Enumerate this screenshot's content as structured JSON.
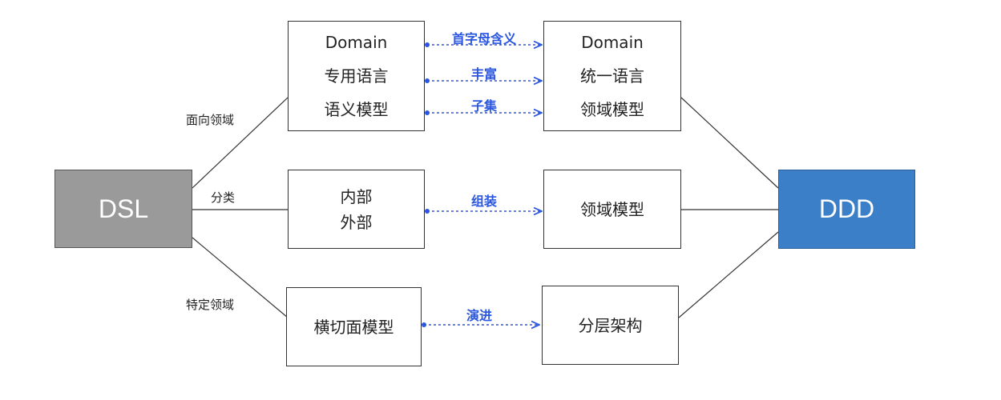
{
  "colors": {
    "arrow": "#2a56e0",
    "line": "#333333",
    "dsl_fill": "#9a9a9a",
    "ddd_fill": "#3a7fc8"
  },
  "hubs": {
    "left": "DSL",
    "right": "DDD"
  },
  "edge_labels": {
    "domain_oriented": "面向领域",
    "category": "分类",
    "domain_specific": "特定领域"
  },
  "boxes": {
    "dsl_domain": [
      "Domain",
      "专用语言",
      "语义模型"
    ],
    "ddd_domain": [
      "Domain",
      "统一语言",
      "领域模型"
    ],
    "dsl_scope": [
      "内部",
      "外部"
    ],
    "ddd_model": [
      "领域模型"
    ],
    "dsl_cross": [
      "横切面模型"
    ],
    "ddd_layer": [
      "分层架构"
    ]
  },
  "arrow_labels": {
    "acronym": "首字母含义",
    "enrich": "丰富",
    "subset": "子集",
    "assemble": "组装",
    "evolve": "演进"
  }
}
